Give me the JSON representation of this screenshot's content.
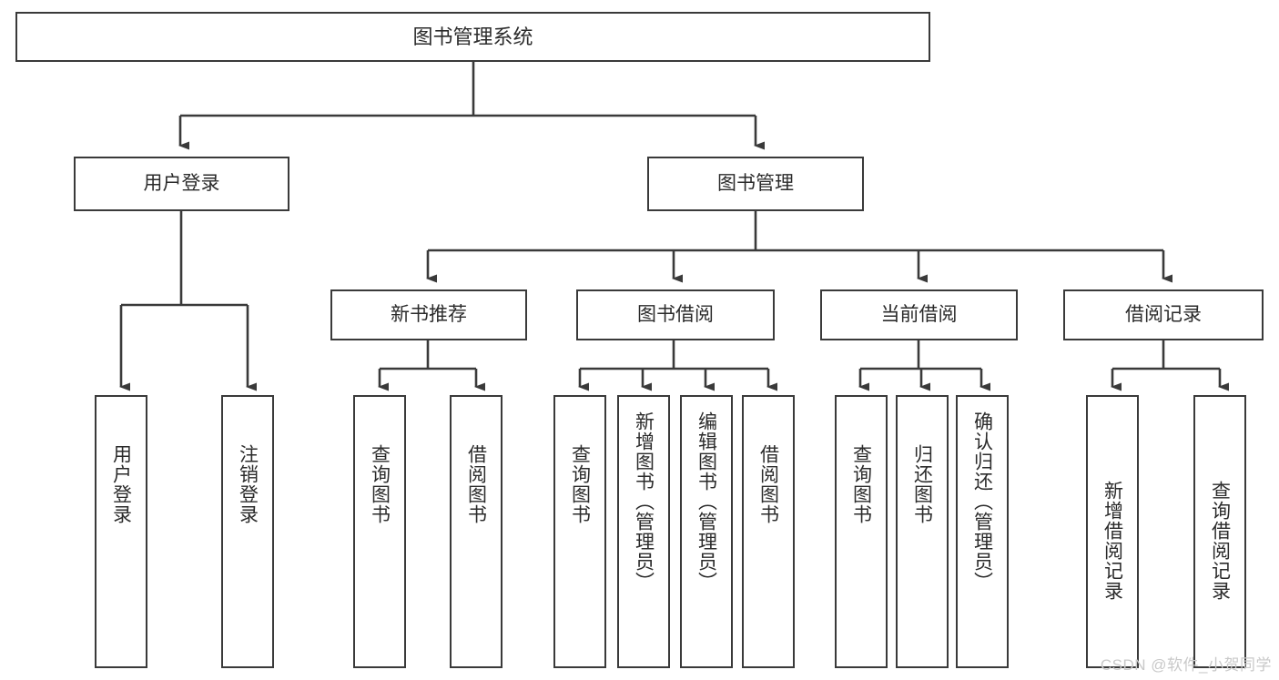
{
  "diagram": {
    "title": "图书管理系统",
    "type": "tree-hierarchy-chart",
    "root": {
      "label": "图书管理系统"
    },
    "level2": [
      {
        "label": "用户登录"
      },
      {
        "label": "图书管理"
      }
    ],
    "level3": [
      {
        "label": "新书推荐"
      },
      {
        "label": "图书借阅"
      },
      {
        "label": "当前借阅"
      },
      {
        "label": "借阅记录"
      }
    ],
    "leaves": [
      {
        "label": "用户登录",
        "parent": "用户登录"
      },
      {
        "label": "注销登录",
        "parent": "用户登录"
      },
      {
        "label": "查询图书",
        "parent": "新书推荐"
      },
      {
        "label": "借阅图书",
        "parent": "新书推荐"
      },
      {
        "label": "查询图书",
        "parent": "图书借阅"
      },
      {
        "label": "新增图书（管理员）",
        "parent": "图书借阅"
      },
      {
        "label": "编辑图书（管理员）",
        "parent": "图书借阅"
      },
      {
        "label": "借阅图书",
        "parent": "图书借阅"
      },
      {
        "label": "查询图书",
        "parent": "当前借阅"
      },
      {
        "label": "归还图书",
        "parent": "当前借阅"
      },
      {
        "label": "确认归还（管理员）",
        "parent": "当前借阅"
      },
      {
        "label": "新增借阅记录",
        "parent": "借阅记录"
      },
      {
        "label": "查询借阅记录",
        "parent": "借阅记录"
      }
    ]
  },
  "watermark": {
    "text": "CSDN @软件_小贺同学"
  },
  "colors": {
    "box_border": "#3a3a3a",
    "connector": "#3a3a3a",
    "background": "#ffffff",
    "text": "#2b2b2b",
    "watermark": "#c9c9c9"
  }
}
